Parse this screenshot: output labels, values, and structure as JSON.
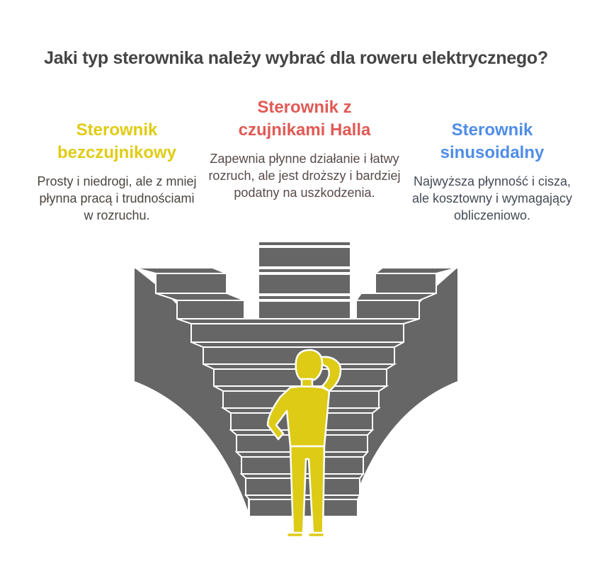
{
  "title": "Jaki typ sterownika należy wybrać dla roweru elektrycznego?",
  "options": [
    {
      "heading_line1": "Sterownik",
      "heading_line2": "bezczujnikowy",
      "description": "Prosty i niedrogi, ale z mniej płynna pracą i trudnościami w rozruchu.",
      "color": "#e0cc14"
    },
    {
      "heading_line1": "Sterownik z",
      "heading_line2": "czujnikami Halla",
      "description": "Zapewnia płynne działanie i łatwy rozruch, ale jest droższy i bardziej podatny na uszkodzenia.",
      "color": "#e05a55"
    },
    {
      "heading_line1": "Sterownik",
      "heading_line2": "sinusoidalny",
      "description": "Najwyższa płynność i cisza, ale kosztowny i wymagający obliczeniowo.",
      "color": "#4f8de8"
    }
  ],
  "illustration": {
    "stairs_color": "#666666",
    "figure_color": "#ddcb16",
    "outline_color": "#ffffff"
  }
}
